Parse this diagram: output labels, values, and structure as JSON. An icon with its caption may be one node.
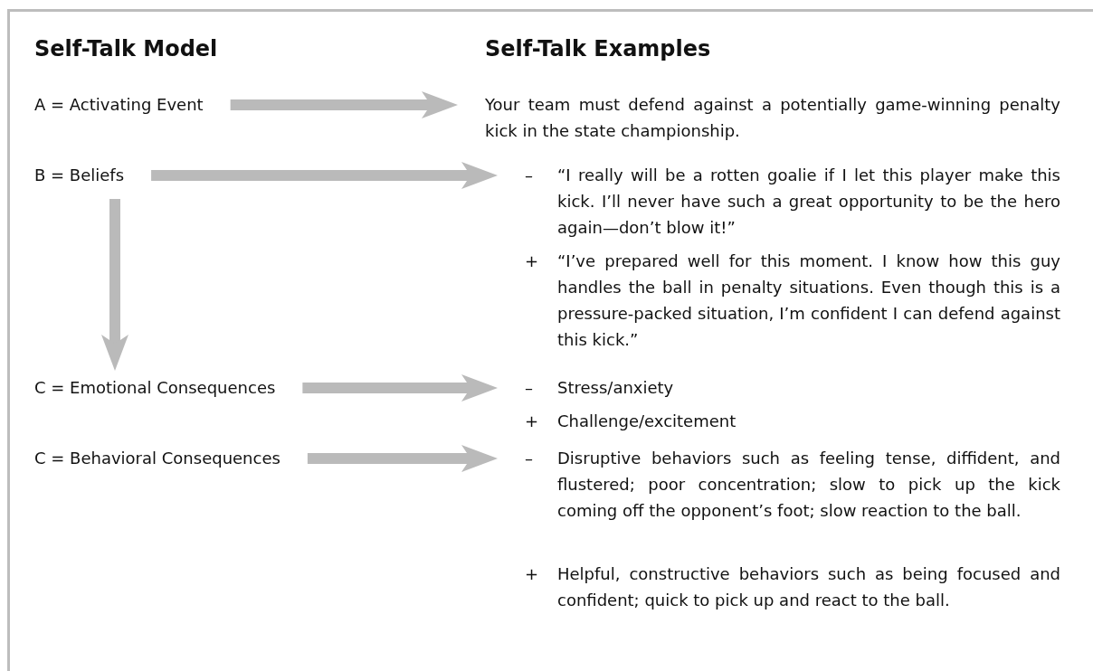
{
  "diagram": {
    "nodes": [
      {
        "text": [
          "A = Activating Event"
        ]
      },
      {
        "text": [
          "Your team must defend against a potentially game-winning penalty kick in the state championship."
        ]
      },
      {
        "text": [
          "B = Beliefs"
        ]
      },
      {
        "text": [
          "–",
          "“I really will be a rotten goalie if I let this player make this kick. I’ll never have such a great opportunity to be the hero again—don’t blow it!”"
        ]
      },
      {
        "text": [
          "+",
          "“I’ve prepared well for this moment. I know how this guy handles the ball in penalty situations. Even though this is a pressure-packed situation, I’m confident I can defend against this kick.”"
        ]
      },
      {
        "text": [
          "C = Emotional Consequences"
        ]
      },
      {
        "text": [
          "–",
          "Stress/anxiety"
        ]
      },
      {
        "text": [
          "+",
          "Challenge/excitement"
        ]
      },
      {
        "text": [
          "C = Behavioral Consequences"
        ]
      },
      {
        "text": [
          "–",
          "Disruptive behaviors such as feeling tense, diffident, and flustered; poor concentration; slow to pick up the kick coming off the opponent’s foot; slow reaction to the ball."
        ]
      },
      {
        "text": [
          "+",
          "Helpful, constructive behaviors such as being focused and confident; quick to pick up and react to the ball."
        ]
      }
    ],
    "edges": [
      {
        "from": 0,
        "to": 1,
        "arrow": "to"
      },
      {
        "from": 2,
        "to": 3,
        "arrow": "to"
      },
      {
        "from": 2,
        "to": 5,
        "arrow": "to"
      },
      {
        "from": 5,
        "to": 6,
        "arrow": "to"
      },
      {
        "from": 8,
        "to": 9,
        "arrow": "to"
      }
    ],
    "labels": [
      "Self-Talk Model",
      "Self-Talk Examples"
    ]
  }
}
